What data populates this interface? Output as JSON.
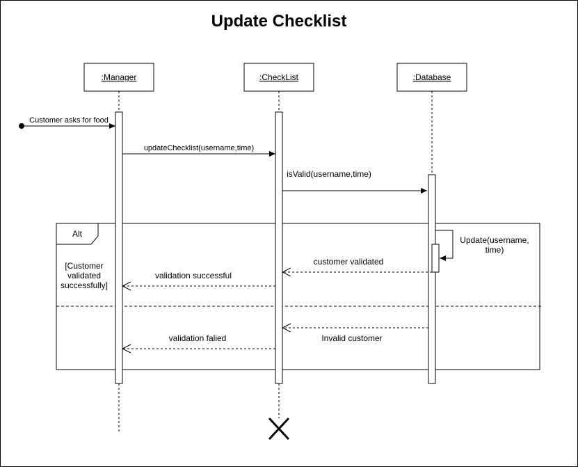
{
  "title": "Update Checklist",
  "lifelines": [
    {
      "name": ":Manager"
    },
    {
      "name": ":CheckList"
    },
    {
      "name": ":Database"
    }
  ],
  "messages": {
    "found": "Customer asks for food",
    "update_checklist": "updateChecklist(username,time)",
    "is_valid": "isValid(username,time)",
    "self_update_line1": "Update(username,",
    "self_update_line2": "time)",
    "customer_validated": "customer validated",
    "validation_successful": "validation successful",
    "invalid_customer": "Invalid customer",
    "validation_failed": "validation falied"
  },
  "fragment": {
    "operator": "Alt",
    "guard_line1": "[Customer",
    "guard_line2": "validated",
    "guard_line3": "successfully]"
  }
}
